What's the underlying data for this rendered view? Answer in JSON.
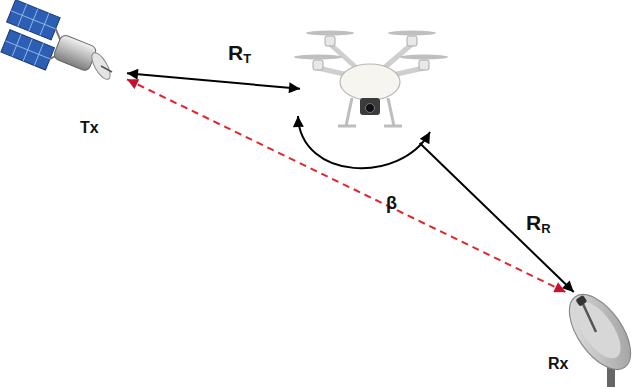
{
  "diagram": {
    "nodes": [
      {
        "text": [
          "Tx"
        ]
      },
      {
        "text": []
      },
      {
        "text": [
          "Rx"
        ]
      }
    ],
    "edges": [
      {
        "from": 0,
        "to": 1,
        "arrow": "both",
        "label": "RT"
      },
      {
        "from": 1,
        "to": 2,
        "arrow": "to",
        "label": "RR"
      },
      {
        "from": 0,
        "to": 2,
        "arrow": "both"
      }
    ],
    "labels": [
      "β"
    ]
  }
}
